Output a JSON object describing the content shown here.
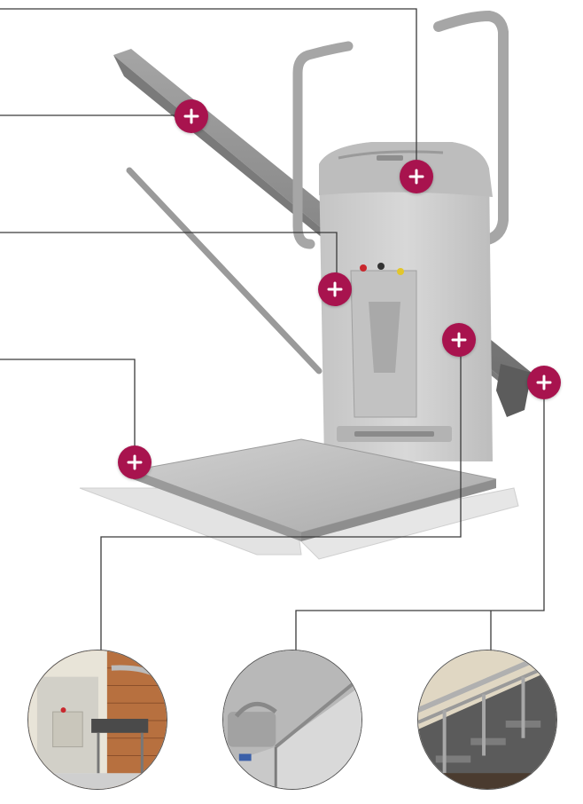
{
  "colors": {
    "hotspot": "#a8134e",
    "line": "#3a3a3a",
    "lift_body": "#cfcfcf",
    "lift_shade": "#b5b5b5",
    "rail": "#8e8e8e",
    "platform": "#bdbdbd",
    "ramp": "#e4e4e4"
  },
  "hotspots": [
    {
      "name": "hotspot-rail",
      "icon": "plus-icon"
    },
    {
      "name": "hotspot-top-control",
      "icon": "plus-icon"
    },
    {
      "name": "hotspot-control-panel",
      "icon": "plus-icon"
    },
    {
      "name": "hotspot-side-panel",
      "icon": "plus-icon"
    },
    {
      "name": "hotspot-platform",
      "icon": "plus-icon"
    },
    {
      "name": "hotspot-rail-end",
      "icon": "plus-icon"
    }
  ],
  "thumbnails": [
    {
      "name": "thumb-installed-lift",
      "subject": "lift-installed-photo"
    },
    {
      "name": "thumb-handle-closeup",
      "subject": "handle-closeup-photo"
    },
    {
      "name": "thumb-rail-on-stairs",
      "subject": "stair-rail-photo"
    }
  ]
}
